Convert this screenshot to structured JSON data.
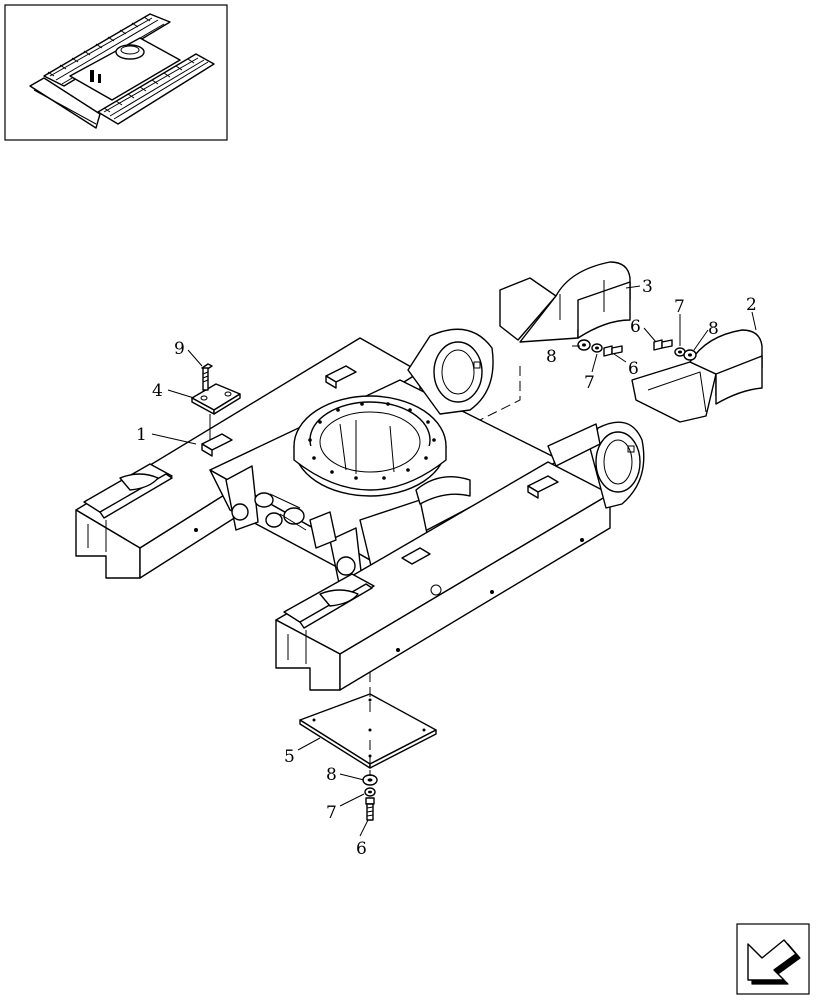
{
  "callouts": [
    {
      "id": "c1",
      "text": "1"
    },
    {
      "id": "c2",
      "text": "2"
    },
    {
      "id": "c3",
      "text": "3"
    },
    {
      "id": "c4",
      "text": "4"
    },
    {
      "id": "c5",
      "text": "5"
    },
    {
      "id": "c6a",
      "text": "6"
    },
    {
      "id": "c6b",
      "text": "6"
    },
    {
      "id": "c6c",
      "text": "6"
    },
    {
      "id": "c7a",
      "text": "7"
    },
    {
      "id": "c7b",
      "text": "7"
    },
    {
      "id": "c7c",
      "text": "7"
    },
    {
      "id": "c8a",
      "text": "8"
    },
    {
      "id": "c8b",
      "text": "8"
    },
    {
      "id": "c8c",
      "text": "8"
    },
    {
      "id": "c9",
      "text": "9"
    }
  ],
  "icons": {
    "thumbnail": "excavator-undercarriage-thumbnail",
    "nav": "next-page-arrow-icon"
  }
}
